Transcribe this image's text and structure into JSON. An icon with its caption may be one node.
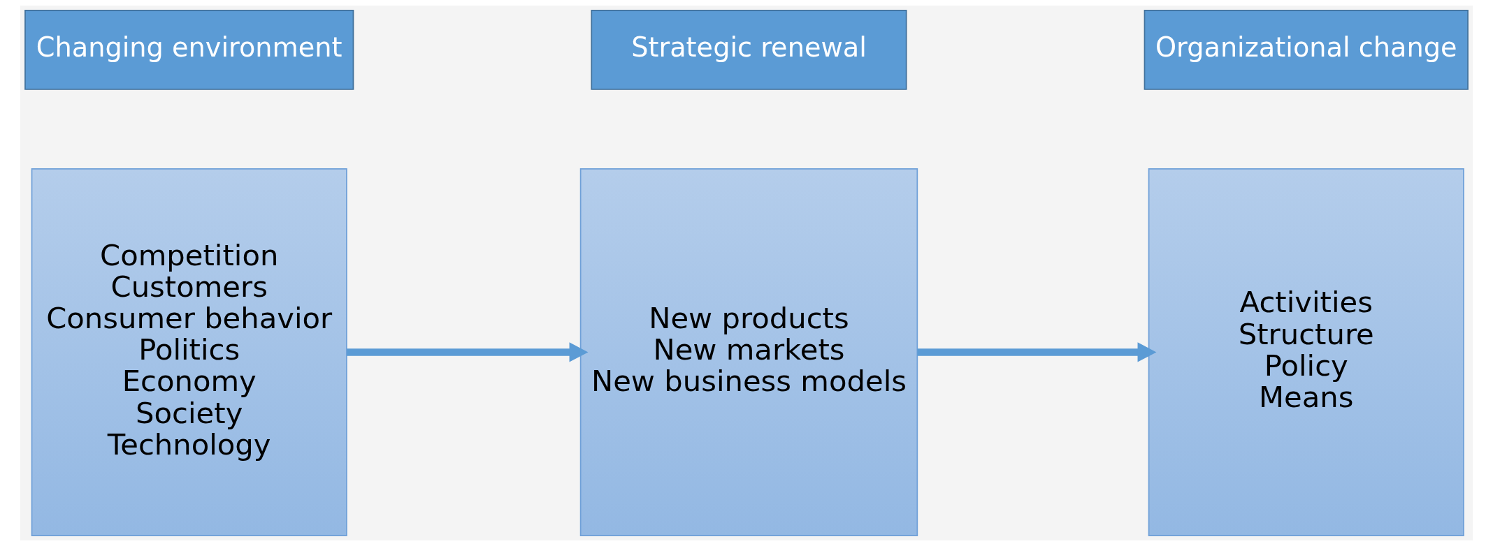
{
  "diagram": {
    "nodes": [
      {
        "text": [
          "Changing environment"
        ]
      },
      {
        "text": [
          "Strategic renewal"
        ]
      },
      {
        "text": [
          "Organizational change"
        ]
      },
      {
        "text": [
          "Competition",
          "Customers",
          "Consumer behavior",
          "Politics",
          "Economy",
          "Society",
          "Technology"
        ]
      },
      {
        "text": [
          "New products",
          "New markets",
          "New business models"
        ]
      },
      {
        "text": [
          "Activities",
          "Structure",
          "Policy",
          "Means"
        ]
      }
    ],
    "edges": [
      {
        "from": 3,
        "to": 4,
        "arrow": "to"
      },
      {
        "from": 4,
        "to": 5,
        "arrow": "to"
      }
    ]
  }
}
